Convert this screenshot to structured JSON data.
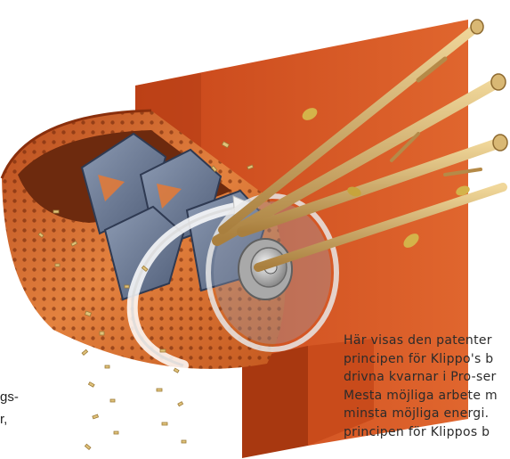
{
  "left_fragments": [
    "gs-",
    "r,"
  ],
  "caption": {
    "lines": [
      "Här visas den patenter",
      "principen för Klippo's b",
      "drivna kvarnar i Pro-ser",
      "Mesta möjliga arbete m",
      "minsta möjliga energi.",
      "principen för Klippos b"
    ]
  }
}
